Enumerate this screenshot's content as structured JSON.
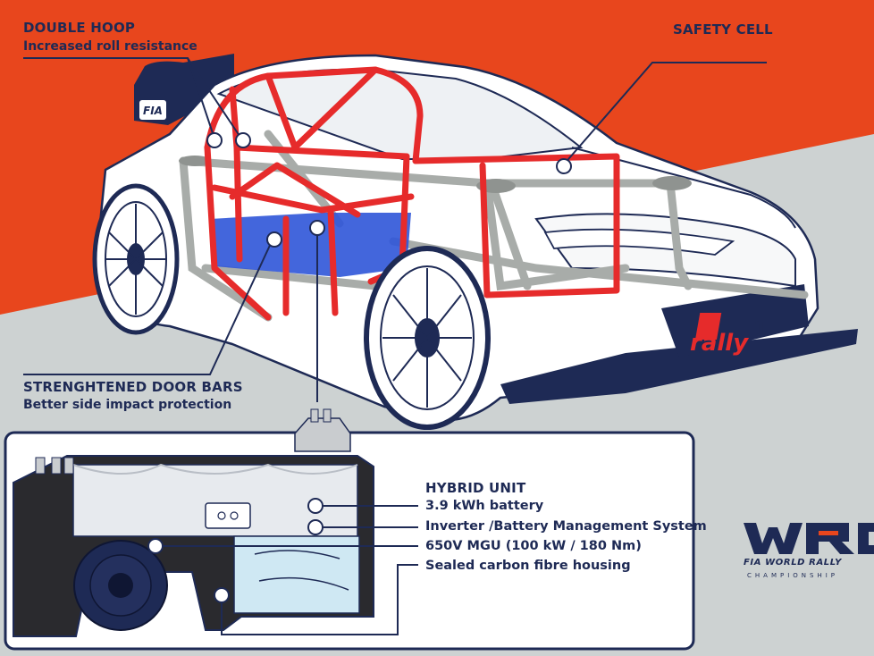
{
  "colors": {
    "orange": "#e8461d",
    "grey": "#cdd2d2",
    "navy": "#1e2a55",
    "cage_red": "#e62b2b",
    "battery_blue": "#2f55d8",
    "frame_grey": "#a8aca9",
    "white": "#ffffff"
  },
  "labels": {
    "double_hoop": {
      "title": "DOUBLE HOOP",
      "subtitle": "Increased roll resistance"
    },
    "safety_cell": {
      "title": "SAFETY CELL"
    },
    "door_bars": {
      "title": "STRENGHTENED DOOR BARS",
      "subtitle": "Better side impact protection"
    },
    "hybrid_unit": {
      "title": "HYBRID UNIT",
      "items": [
        "3.9 kWh battery",
        "Inverter /Battery Management System",
        "650V MGU (100 kW / 180 Nm)",
        "Sealed carbon fibre housing"
      ]
    }
  },
  "badges": {
    "fia": "FIA",
    "rally1_word": "rally",
    "rally1_num": "1"
  },
  "logo": {
    "mark": "WRC",
    "line1": "FIA WORLD RALLY",
    "line2": "CHAMPIONSHIP"
  },
  "icons": [
    "callout-dot-icon",
    "wrc-logo-icon",
    "fia-badge-icon",
    "rally1-badge-icon"
  ]
}
